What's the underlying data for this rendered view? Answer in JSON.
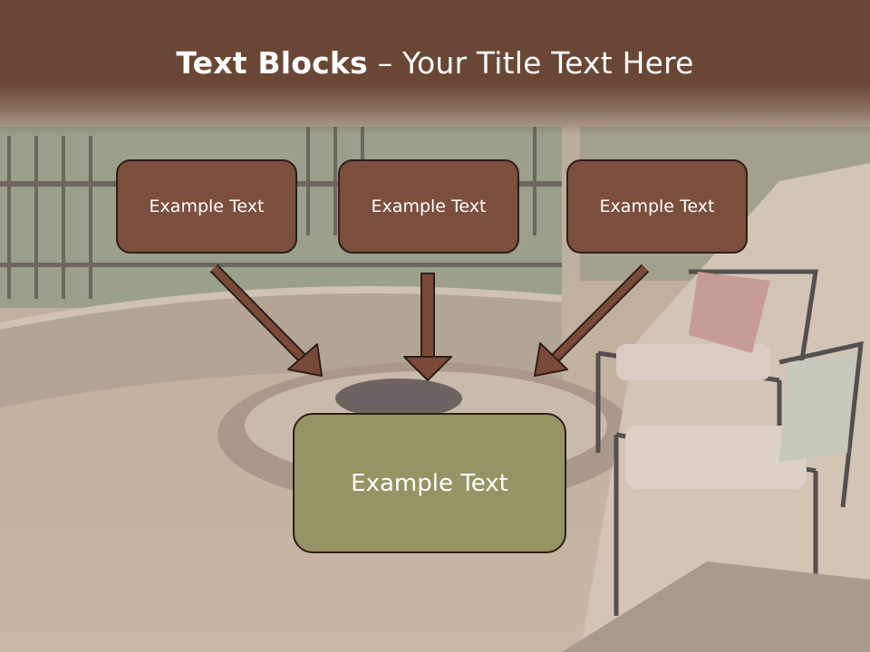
{
  "title": {
    "bold": "Text Blocks",
    "dash": " – ",
    "rest": "Your Title Text Here"
  },
  "boxes": {
    "left": "Example Text",
    "center": "Example Text",
    "right": "Example Text",
    "main": "Example Text"
  },
  "colors": {
    "header": "#6a4634",
    "box_brown": "#7c4f3c",
    "box_olive": "#969364",
    "arrow": "#7a4a38"
  }
}
